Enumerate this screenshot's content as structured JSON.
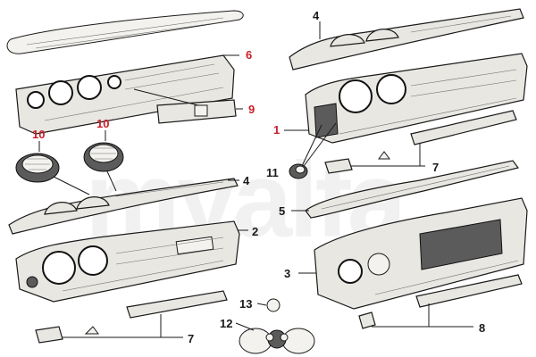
{
  "watermark": "myalfa",
  "callouts": {
    "c1": "1",
    "c2": "2",
    "c3": "3",
    "c4a": "4",
    "c4b": "4",
    "c5": "5",
    "c6": "6",
    "c7a": "7",
    "c7b": "7",
    "c8": "8",
    "c9": "9",
    "c10a": "10",
    "c10b": "10",
    "c11": "11",
    "c12": "12",
    "c13": "13"
  },
  "colors": {
    "callout_red": "#c8202a",
    "callout_dark": "#1a1a1a"
  }
}
